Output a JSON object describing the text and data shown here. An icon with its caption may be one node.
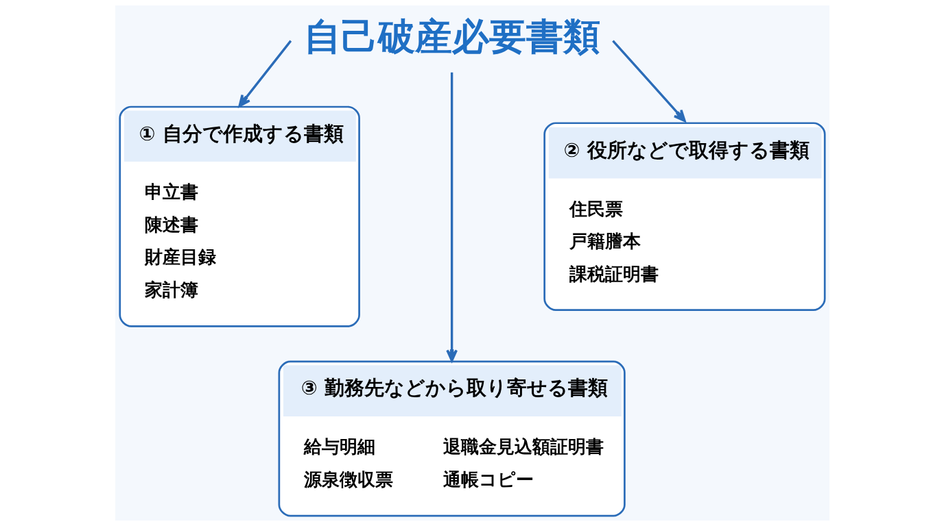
{
  "diagram": {
    "nodes": [
      {
        "text": [
          "自己破産必要書類"
        ]
      },
      {
        "text": [
          "① 自分で作成する書類",
          "申立書",
          "陳述書",
          "財産目録",
          "家計簿"
        ]
      },
      {
        "text": [
          "② 役所などで取得する書類",
          "住民票",
          "戸籍謄本",
          "課税証明書"
        ]
      },
      {
        "text": [
          "③ 勤務先などから取り寄せる書類",
          "給与明細",
          "退職金見込額証明書",
          "源泉徴収票",
          "通帳コピー"
        ]
      }
    ],
    "edges": [
      {
        "from": 0,
        "to": 1,
        "arrow": "to"
      },
      {
        "from": 0,
        "to": 2,
        "arrow": "to"
      },
      {
        "from": 0,
        "to": 3,
        "arrow": "to"
      }
    ]
  }
}
